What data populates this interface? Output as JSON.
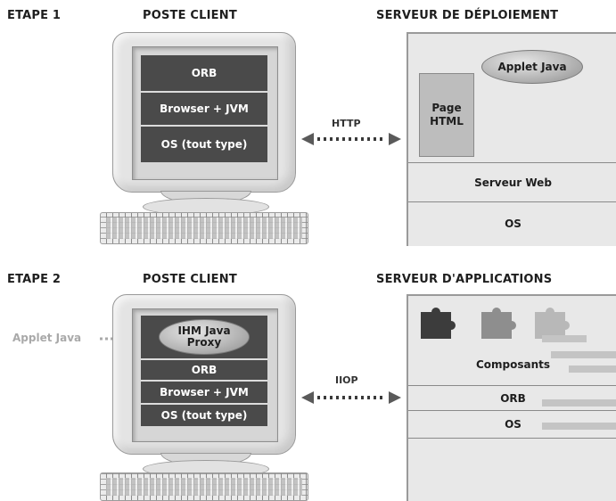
{
  "step1": {
    "step_label": "ETAPE 1",
    "client_title": "POSTE CLIENT",
    "server_title": "SERVEUR DE DÉPLOIEMENT",
    "client_layers": [
      "ORB",
      "Browser + JVM",
      "OS (tout type)"
    ],
    "protocol": "HTTP",
    "server": {
      "applet": "Applet Java",
      "page_line1": "Page",
      "page_line2": "HTML",
      "web_server": "Serveur Web",
      "os": "OS"
    }
  },
  "step2": {
    "step_label": "ETAPE 2",
    "client_title": "POSTE CLIENT",
    "server_title": "SERVEUR D'APPLICATIONS",
    "side_label": "Applet Java",
    "proxy_line1": "IHM Java",
    "proxy_line2": "Proxy",
    "client_layers": [
      "ORB",
      "Browser + JVM",
      "OS (tout type)"
    ],
    "protocol": "IIOP",
    "server": {
      "components": "Composants",
      "orb": "ORB",
      "os": "OS"
    }
  },
  "colors": {
    "layer_dark": "#4a4a4a",
    "panel_light": "#e8e8e8",
    "accent_gray": "#c4c4c4"
  }
}
